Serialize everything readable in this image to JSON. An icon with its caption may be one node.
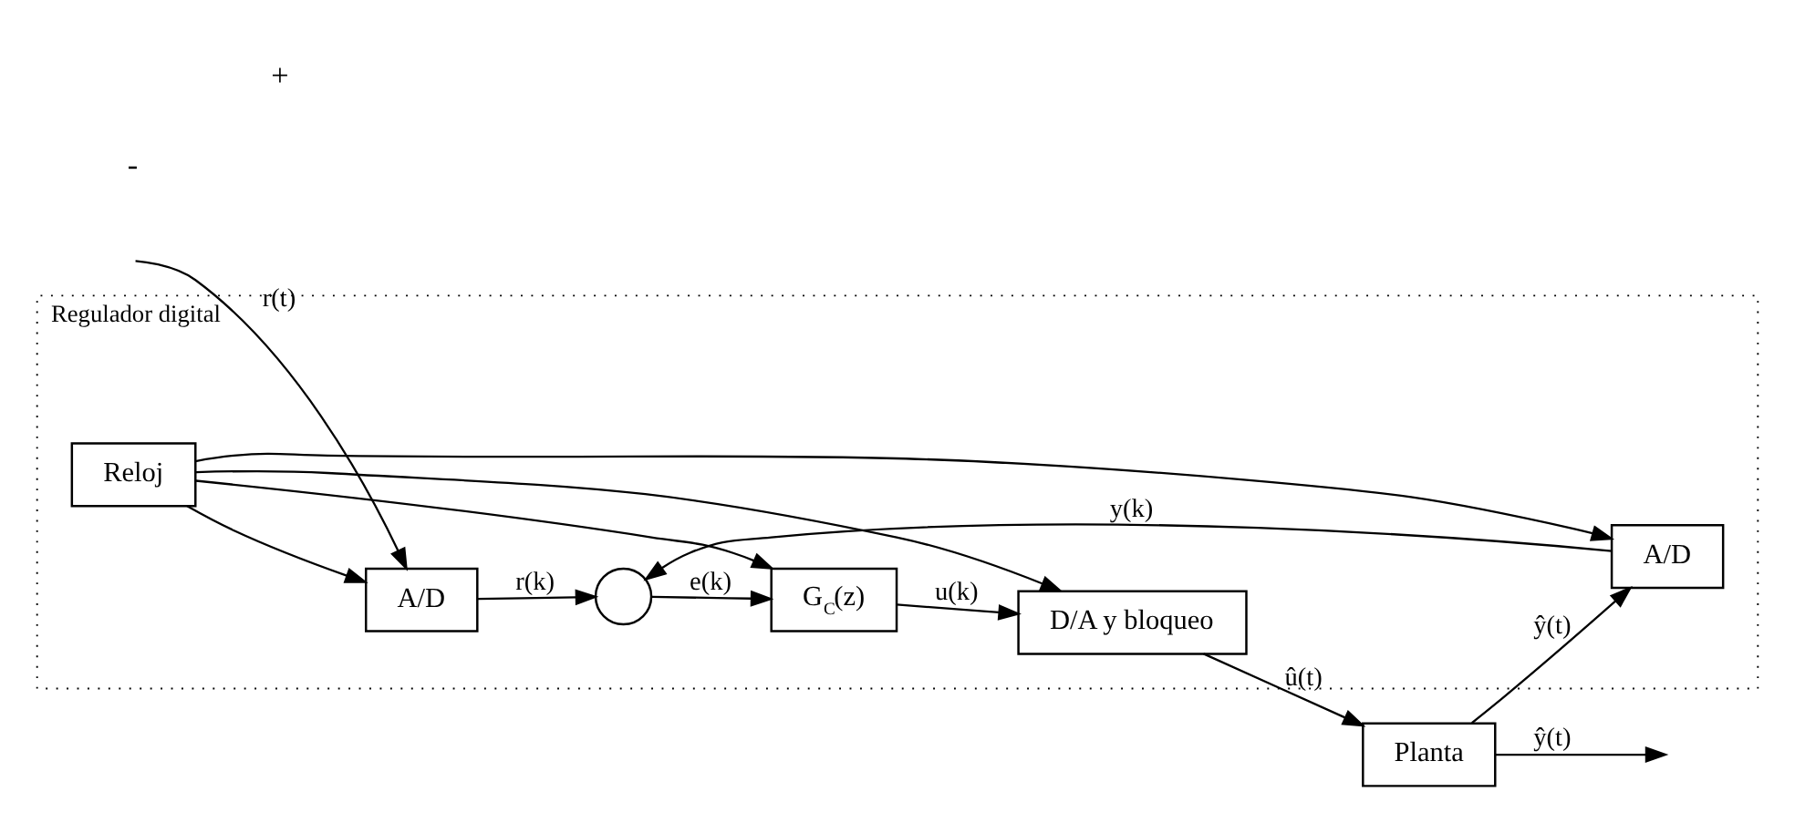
{
  "diagram": {
    "nodes": [
      {
        "text": [
          "Regulador digital"
        ]
      },
      {
        "text": [
          "A/D"
        ],
        "in": 0
      },
      {
        "text": [],
        "shape": "circle",
        "in": 0
      },
      {
        "text": [
          "G$_{C}$(z)"
        ],
        "in": 0
      },
      {
        "text": [
          "D/A y bloqueo"
        ],
        "in": 0
      },
      {
        "text": [
          "Reloj"
        ],
        "in": 0
      },
      {
        "text": [
          "A/D"
        ],
        "in": 0
      },
      {
        "text": [
          "Planta"
        ]
      }
    ],
    "edges": [
      {
        "from": null,
        "to": 1,
        "arrow": "to",
        "label": "r(t)"
      },
      {
        "from": 1,
        "to": 2,
        "arrow": "to",
        "label": "r(k)"
      },
      {
        "from": 2,
        "to": 3,
        "arrow": "to",
        "label": "e(k)"
      },
      {
        "from": 3,
        "to": 4,
        "arrow": "to",
        "label": "u(k)"
      },
      {
        "from": 4,
        "to": 7,
        "arrow": "to",
        "label": "û(t)"
      },
      {
        "from": 7,
        "to": null,
        "arrow": "to",
        "label": "ŷ(t)"
      },
      {
        "from": 7,
        "to": 6,
        "arrow": "to",
        "label": "ŷ(t)"
      },
      {
        "from": 6,
        "to": 2,
        "arrow": "to",
        "label": "y(k)"
      },
      {
        "from": 5,
        "to": 1,
        "arrow": "to"
      },
      {
        "from": 5,
        "to": 3,
        "arrow": "to"
      },
      {
        "from": 5,
        "to": 4,
        "arrow": "to"
      },
      {
        "from": 5,
        "to": 6,
        "arrow": "to"
      }
    ],
    "labels": [
      "+",
      "-"
    ]
  }
}
